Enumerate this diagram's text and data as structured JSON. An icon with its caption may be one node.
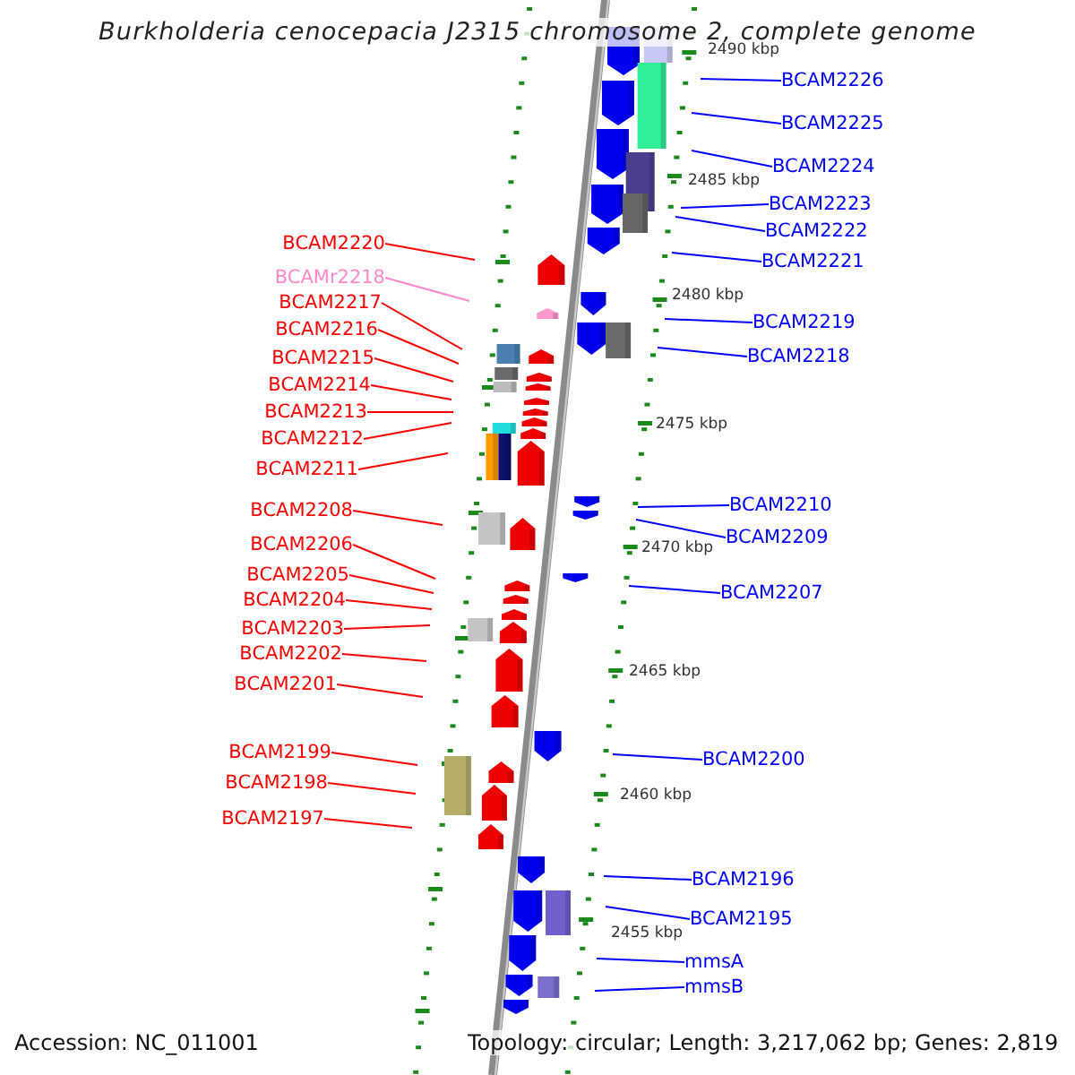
{
  "diagram": {
    "title": "Burkholderia cenocepacia J2315 chromosome 2, complete genome",
    "nodes": [
      {
        "text": [
          "BCAM2220"
        ]
      },
      {
        "text": [
          "BCAMr2218"
        ]
      },
      {
        "text": [
          "BCAM2217"
        ]
      },
      {
        "text": [
          "BCAM2216"
        ]
      },
      {
        "text": [
          "BCAM2215"
        ]
      },
      {
        "text": [
          "BCAM2214"
        ]
      },
      {
        "text": [
          "BCAM2213"
        ]
      },
      {
        "text": [
          "BCAM2212"
        ]
      },
      {
        "text": [
          "BCAM2211"
        ]
      },
      {
        "text": [
          "BCAM2208"
        ]
      },
      {
        "text": [
          "BCAM2206"
        ]
      },
      {
        "text": [
          "BCAM2205"
        ]
      },
      {
        "text": [
          "BCAM2204"
        ]
      },
      {
        "text": [
          "BCAM2203"
        ]
      },
      {
        "text": [
          "BCAM2202"
        ]
      },
      {
        "text": [
          "BCAM2201"
        ]
      },
      {
        "text": [
          "BCAM2199"
        ]
      },
      {
        "text": [
          "BCAM2198"
        ]
      },
      {
        "text": [
          "BCAM2197"
        ]
      },
      {
        "text": [
          "BCAM2226"
        ]
      },
      {
        "text": [
          "BCAM2225"
        ]
      },
      {
        "text": [
          "BCAM2224"
        ]
      },
      {
        "text": [
          "BCAM2223"
        ]
      },
      {
        "text": [
          "BCAM2222"
        ]
      },
      {
        "text": [
          "BCAM2221"
        ]
      },
      {
        "text": [
          "BCAM2219"
        ]
      },
      {
        "text": [
          "BCAM2218"
        ]
      },
      {
        "text": [
          "BCAM2210"
        ]
      },
      {
        "text": [
          "BCAM2209"
        ]
      },
      {
        "text": [
          "BCAM2207"
        ]
      },
      {
        "text": [
          "BCAM2200"
        ]
      },
      {
        "text": [
          "BCAM2196"
        ]
      },
      {
        "text": [
          "BCAM2195"
        ]
      },
      {
        "text": [
          "mmsA"
        ]
      },
      {
        "text": [
          "mmsB"
        ]
      }
    ],
    "edges": [
      {
        "from": 0,
        "to": null,
        "arrow": "none"
      },
      {
        "from": 1,
        "to": null,
        "arrow": "none",
        "color": "#ff88cc"
      },
      {
        "from": 2,
        "to": null,
        "arrow": "none"
      },
      {
        "from": 3,
        "to": null,
        "arrow": "none"
      },
      {
        "from": 4,
        "to": null,
        "arrow": "none"
      },
      {
        "from": 5,
        "to": null,
        "arrow": "none"
      },
      {
        "from": 6,
        "to": null,
        "arrow": "none"
      },
      {
        "from": 7,
        "to": null,
        "arrow": "none"
      },
      {
        "from": 8,
        "to": null,
        "arrow": "none"
      },
      {
        "from": 9,
        "to": null,
        "arrow": "none"
      },
      {
        "from": 10,
        "to": null,
        "arrow": "none"
      },
      {
        "from": 11,
        "to": null,
        "arrow": "none"
      },
      {
        "from": 12,
        "to": null,
        "arrow": "none"
      },
      {
        "from": 13,
        "to": null,
        "arrow": "none"
      },
      {
        "from": 14,
        "to": null,
        "arrow": "none"
      },
      {
        "from": 15,
        "to": null,
        "arrow": "none"
      },
      {
        "from": 16,
        "to": null,
        "arrow": "none"
      },
      {
        "from": 17,
        "to": null,
        "arrow": "none"
      },
      {
        "from": 18,
        "to": null,
        "arrow": "none"
      },
      {
        "from": 19,
        "to": null,
        "arrow": "none",
        "color": "#0000ff"
      },
      {
        "from": 20,
        "to": null,
        "arrow": "none",
        "color": "#0000ff"
      },
      {
        "from": 21,
        "to": null,
        "arrow": "none",
        "color": "#0000ff"
      },
      {
        "from": 22,
        "to": null,
        "arrow": "none",
        "color": "#0000ff"
      },
      {
        "from": 23,
        "to": null,
        "arrow": "none",
        "color": "#0000ff"
      },
      {
        "from": 24,
        "to": null,
        "arrow": "none",
        "color": "#0000ff"
      },
      {
        "from": 25,
        "to": null,
        "arrow": "none",
        "color": "#0000ff"
      },
      {
        "from": 26,
        "to": null,
        "arrow": "none",
        "color": "#0000ff"
      },
      {
        "from": 27,
        "to": null,
        "arrow": "none",
        "color": "#0000ff"
      },
      {
        "from": 28,
        "to": null,
        "arrow": "none",
        "color": "#0000ff"
      },
      {
        "from": 29,
        "to": null,
        "arrow": "none",
        "color": "#0000ff"
      },
      {
        "from": 30,
        "to": null,
        "arrow": "none",
        "color": "#0000ff"
      },
      {
        "from": 31,
        "to": null,
        "arrow": "none",
        "color": "#0000ff"
      },
      {
        "from": 32,
        "to": null,
        "arrow": "none",
        "color": "#0000ff"
      },
      {
        "from": 33,
        "to": null,
        "arrow": "none",
        "color": "#0000ff"
      },
      {
        "from": 34,
        "to": null,
        "arrow": "none",
        "color": "#0000ff"
      }
    ],
    "labels": [
      "2490 kbp",
      "2485 kbp",
      "2480 kbp",
      "2475 kbp",
      "2470 kbp",
      "2465 kbp",
      "2460 kbp",
      "2455 kbp",
      "Accession: NC_011001",
      "Topology: circular; Length: 3,217,062 bp; Genes: 2,819"
    ]
  }
}
